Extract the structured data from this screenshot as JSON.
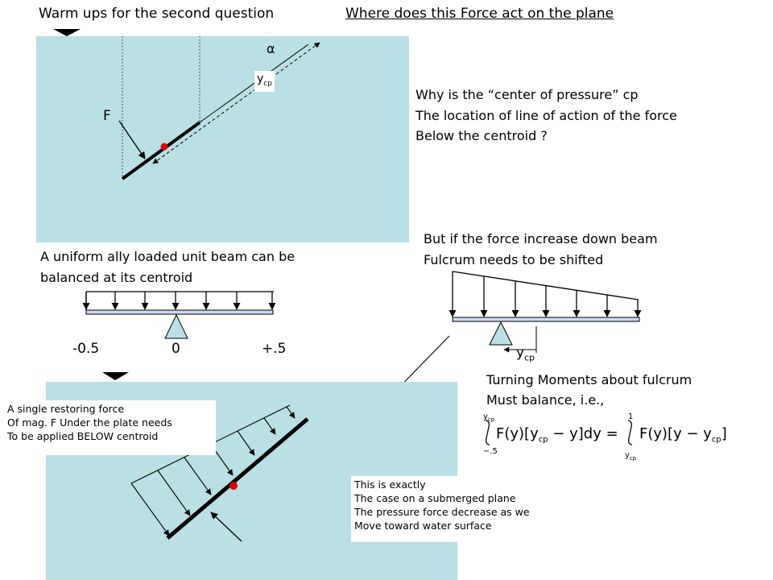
{
  "titles": {
    "warmup": "Warm ups for the second question",
    "where": "Where does this Force act on the plane"
  },
  "top_diagram": {
    "alpha": "α",
    "ycp": "y",
    "ycp_sub": "cp",
    "force": "F"
  },
  "why_text": {
    "line1": "Why is the “center of pressure” cp",
    "line2": "The location of line of action of the force",
    "line3": "Below the centroid ?"
  },
  "uniform_text": {
    "line1": "A uniform ally loaded unit beam can be",
    "line2": "balanced at its centroid"
  },
  "beam_labels": {
    "left": "-0.5",
    "center": "0",
    "right": "+.5"
  },
  "increase_text": {
    "line1": "But if the force increase down beam",
    "line2": "Fulcrum needs to be shifted"
  },
  "beam2": {
    "ycp": "y",
    "ycp_sub": "cp"
  },
  "moments_text": {
    "line1": "Turning Moments about fulcrum",
    "line2": "Must balance, i.e.,"
  },
  "formula": {
    "lhs_upper": "y",
    "lhs_upper_sub": "cp",
    "lhs_lower": "−.5",
    "lhs_integrand": "F(y)[y",
    "lhs_integrand_sub": "cp",
    "lhs_integrand_tail": " − y]dy =",
    "rhs_upper": "1",
    "rhs_lower": "y",
    "rhs_lower_sub": "cp",
    "rhs_integrand": "F(y)[y − y",
    "rhs_integrand_sub": "cp",
    "rhs_integrand_tail": "]"
  },
  "restoring_note": {
    "line1": "A single restoring force",
    "line2": "Of mag. F Under the plate needs",
    "line3": "To be applied BELOW centroid"
  },
  "exact_note": {
    "line1": "This is exactly",
    "line2": "The case on a submerged plane",
    "line3": "The pressure force decrease as we",
    "line4": "Move toward water surface"
  },
  "colors": {
    "water": "#b9e0e4",
    "centroid_dot": "#e00000",
    "ink": "#000000"
  }
}
